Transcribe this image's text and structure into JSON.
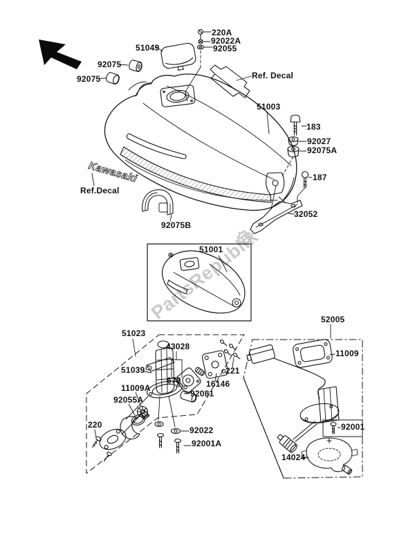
{
  "page": {
    "background": "#ffffff",
    "line_color": "#141414",
    "watermark_color": "#b9b9b9"
  },
  "diagram": {
    "type": "motorcycle-fuel-tank-exploded-parts-diagram",
    "watermark": {
      "text": "PartsRepublik"
    },
    "tank_logo_decal": "Kawasaki",
    "labels": {
      "p220A": "220A",
      "p92022A": "92022A",
      "p92055": "92055",
      "p51049": "51049",
      "p92075_a": "92075",
      "p92075_b": "92075",
      "ref_decal_top": "Ref. Decal",
      "p51003": "51003",
      "p183": "183",
      "p92027": "92027",
      "p92075A": "92075A",
      "p187": "187",
      "p32052": "32052",
      "ref_decal_left": "Ref.Decal",
      "p92075B": "92075B",
      "p51001": "51001",
      "p51023": "51023",
      "p43028": "43028",
      "p51039": "51039",
      "p670": "670",
      "p11009A": "11009A",
      "p92055A": "92055A",
      "p92081": "92081",
      "p16146": "16146",
      "p221": "221",
      "p220": "220",
      "p92022": "92022",
      "p92001A": "92001A",
      "p52005": "52005",
      "p11009": "11009",
      "p92001": "92001",
      "p14024": "14024"
    }
  }
}
